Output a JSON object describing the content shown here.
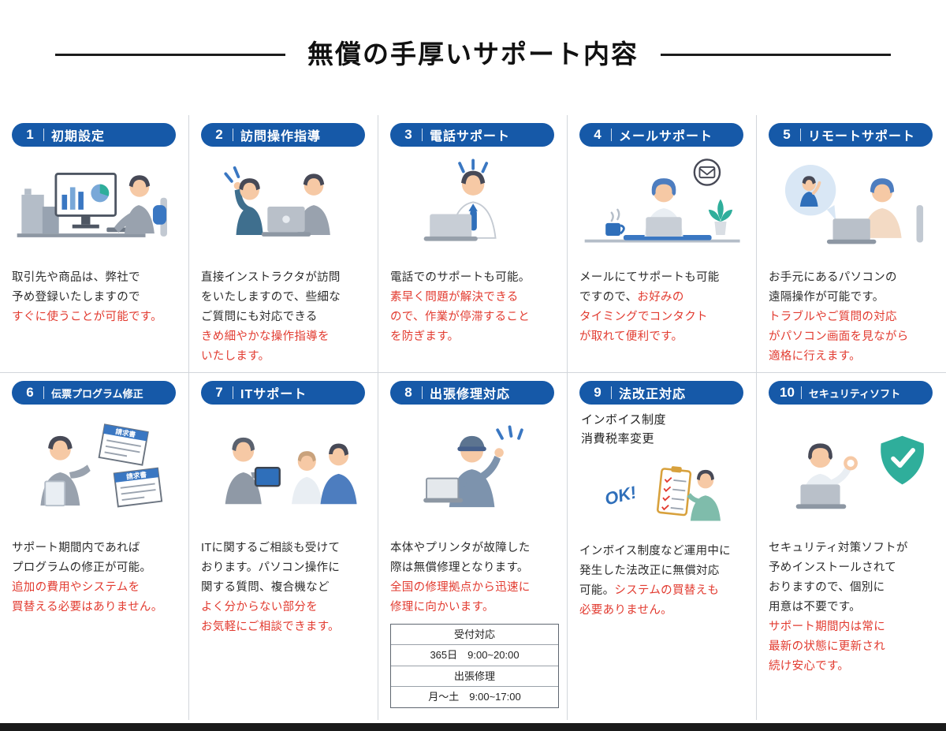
{
  "page": {
    "title": "無償の手厚いサポート内容",
    "accent_blue": "#1659a8",
    "accent_red": "#e23b30"
  },
  "cards": [
    {
      "number": "1",
      "title": "初期設定",
      "illustration": "initial-setup",
      "segments": [
        {
          "text": "取引先や商品は、弊社で\n予め登録いたしますので\n",
          "red": false
        },
        {
          "text": "すぐに使うことが可能です。",
          "red": true
        }
      ]
    },
    {
      "number": "2",
      "title": "訪問操作指導",
      "illustration": "visit-guidance",
      "segments": [
        {
          "text": "直接インストラクタが訪問\nをいたしますので、些細な\nご質問にも対応できる\n",
          "red": false
        },
        {
          "text": "きめ細やかな操作指導を\nいたします。",
          "red": true
        }
      ]
    },
    {
      "number": "3",
      "title": "電話サポート",
      "illustration": "phone-support",
      "segments": [
        {
          "text": "電話でのサポートも可能。\n",
          "red": false
        },
        {
          "text": "素早く問題が解決できる\nので、作業が停滞すること\nを防ぎます。",
          "red": true
        }
      ]
    },
    {
      "number": "4",
      "title": "メールサポート",
      "illustration": "email-support",
      "segments": [
        {
          "text": "メールにてサポートも可能\nですので、",
          "red": false
        },
        {
          "text": "お好みの\nタイミングでコンタクト\nが取れて便利です。",
          "red": true
        }
      ]
    },
    {
      "number": "5",
      "title": "リモートサポート",
      "illustration": "remote-support",
      "segments": [
        {
          "text": "お手元にあるパソコンの\n遠隔操作が可能です。\n",
          "red": false
        },
        {
          "text": "トラブルやご質問の対応\nがパソコン画面を見ながら\n適格に行えます。",
          "red": true
        }
      ]
    },
    {
      "number": "6",
      "title": "伝票プログラム修正",
      "illustration": "invoice-program-fix",
      "labels": {
        "doc": "請求書"
      },
      "segments": [
        {
          "text": "サポート期間内であれば\nプログラムの修正が可能。\n",
          "red": false
        },
        {
          "text": "追加の費用やシステムを\n買替える必要はありません。",
          "red": true
        }
      ]
    },
    {
      "number": "7",
      "title": "ITサポート",
      "illustration": "it-support",
      "segments": [
        {
          "text": "ITに関するご相談も受けて\nおります。パソコン操作に\n関する質問、複合機など\n",
          "red": false
        },
        {
          "text": "よく分からない部分を\nお気軽にご相談できます。",
          "red": true
        }
      ]
    },
    {
      "number": "8",
      "title": "出張修理対応",
      "illustration": "onsite-repair",
      "segments": [
        {
          "text": "本体やプリンタが故障した\n際は無償修理となります。\n",
          "red": false
        },
        {
          "text": "全国の修理拠点から迅速に\n修理に向かいます。",
          "red": true
        }
      ],
      "table": {
        "rows": [
          "受付対応",
          "365日　9:00~20:00",
          "出張修理",
          "月～土　9:00~17:00"
        ]
      }
    },
    {
      "number": "9",
      "title": "法改正対応",
      "illustration": "law-revision",
      "caption_above": "インボイス制度\n消費税率変更",
      "labels": {
        "ok": "OK!"
      },
      "segments": [
        {
          "text": "インボイス制度など運用中に\n発生した法改正に無償対応\n可能。",
          "red": false
        },
        {
          "text": "システムの買替えも\n必要ありません。",
          "red": true
        }
      ]
    },
    {
      "number": "10",
      "title": "セキュリティソフト",
      "illustration": "security-software",
      "segments": [
        {
          "text": "セキュリティ対策ソフトが\n予めインストールされて\nおりますので、個別に\n用意は不要です。\n",
          "red": false
        },
        {
          "text": "サポート期間内は常に\n最新の状態に更新され\n続け安心です。",
          "red": true
        }
      ]
    }
  ]
}
